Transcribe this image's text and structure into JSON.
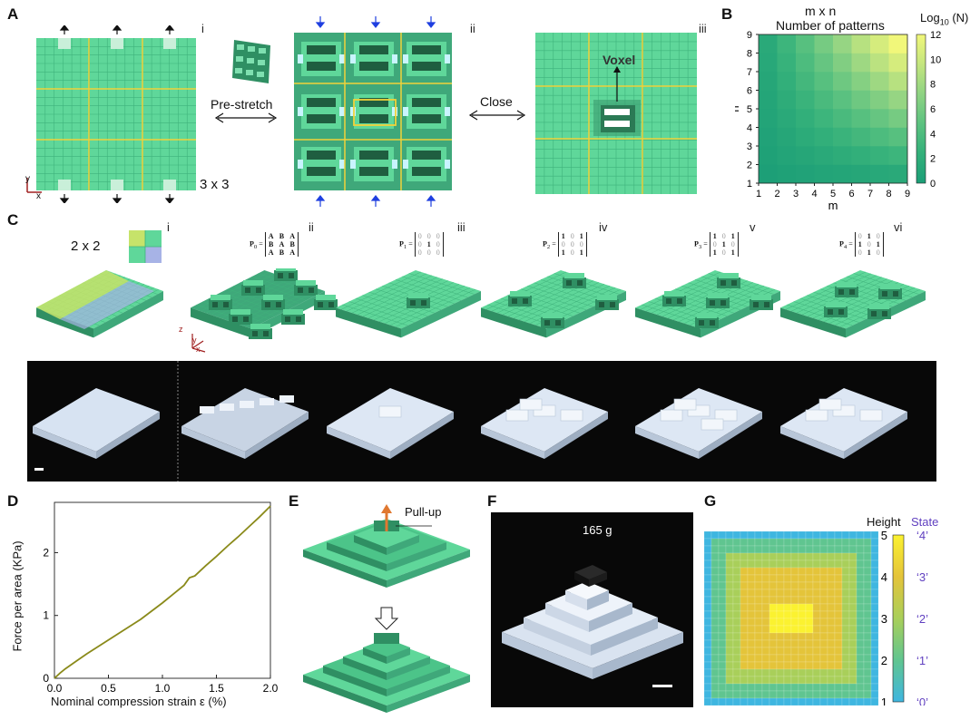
{
  "labels": {
    "A": "A",
    "B": "B",
    "C": "C",
    "D": "D",
    "E": "E",
    "F": "F",
    "G": "G"
  },
  "panelA": {
    "sub_i": "i",
    "sub_ii": "ii",
    "sub_iii": "iii",
    "prestretch": "Pre-stretch",
    "close": "Close",
    "voxel": "Voxel",
    "size": "3 x 3",
    "axis_y": "y",
    "axis_x": "x"
  },
  "panelB": {
    "title1": "m x n",
    "title2": "Number of patterns",
    "colorbar_label": "Log",
    "colorbar_sub": "10",
    "colorbar_unit": " (N)",
    "xlabel": "m",
    "ylabel": "n"
  },
  "panelC": {
    "size": "2 x 2",
    "sub": [
      "i",
      "ii",
      "iii",
      "iv",
      "v",
      "vi"
    ],
    "m0_name": "P",
    "m0_sub": "0",
    "m0": [
      [
        "A",
        "B",
        "A"
      ],
      [
        "B",
        "A",
        "B"
      ],
      [
        "A",
        "B",
        "A"
      ]
    ],
    "m1_name": "P",
    "m1_sub": "1",
    "m1": [
      [
        "0",
        "0",
        "0"
      ],
      [
        "0",
        "1",
        "0"
      ],
      [
        "0",
        "0",
        "0"
      ]
    ],
    "m2_name": "P",
    "m2_sub": "2",
    "m2": [
      [
        "1",
        "0",
        "1"
      ],
      [
        "0",
        "0",
        "0"
      ],
      [
        "1",
        "0",
        "1"
      ]
    ],
    "m3_name": "P",
    "m3_sub": "3",
    "m3": [
      [
        "1",
        "0",
        "1"
      ],
      [
        "0",
        "1",
        "0"
      ],
      [
        "1",
        "0",
        "1"
      ]
    ],
    "m4_name": "P",
    "m4_sub": "4",
    "m4": [
      [
        "0",
        "1",
        "0"
      ],
      [
        "1",
        "0",
        "1"
      ],
      [
        "0",
        "1",
        "0"
      ]
    ],
    "axis_z": "z",
    "axis_y": "y",
    "axis_x": "x"
  },
  "panelD": {
    "xlabel": "Nominal compression strain ε (%)",
    "ylabel": "Force per area (KPa)"
  },
  "panelE": {
    "pullup": "Pull-up"
  },
  "panelF": {
    "mass": "165 g"
  },
  "panelG": {
    "height_label": "Height",
    "state_label": "State",
    "ticks": [
      "5",
      "4",
      "3",
      "2",
      "1"
    ],
    "states": [
      "‘4’",
      "‘3’",
      "‘2’",
      "‘1’",
      "‘0’"
    ]
  },
  "chart_data": [
    {
      "type": "heatmap",
      "title": "m x n\nNumber of patterns",
      "xlabel": "m",
      "ylabel": "n",
      "x": [
        1,
        2,
        3,
        4,
        5,
        6,
        7,
        8,
        9
      ],
      "y": [
        1,
        2,
        3,
        4,
        5,
        6,
        7,
        8,
        9
      ],
      "xlim": [
        1,
        9
      ],
      "ylim": [
        1,
        9
      ],
      "colorbar": {
        "label": "Log10 (N)",
        "range": [
          0,
          12
        ],
        "ticks": [
          0,
          2,
          4,
          6,
          8,
          10,
          12
        ]
      },
      "colormap": [
        "#1b9e77",
        "#33b07a",
        "#5cc280",
        "#8fd383",
        "#c4e57f",
        "#f1f77a"
      ],
      "cells_note": "value grows with m*n"
    },
    {
      "type": "line",
      "xlabel": "Nominal compression strain ε (%)",
      "ylabel": "Force per area (KPa)",
      "xlim": [
        0,
        2.0
      ],
      "ylim": [
        0,
        2.8
      ],
      "xticks": [
        0.0,
        0.5,
        1.0,
        1.5,
        2.0
      ],
      "yticks": [
        0,
        1,
        2
      ],
      "color": "#8a8a1a",
      "series": [
        {
          "x": [
            0,
            0.05,
            0.1,
            0.2,
            0.3,
            0.4,
            0.5,
            0.6,
            0.7,
            0.8,
            0.9,
            1.0,
            1.1,
            1.2,
            1.25,
            1.3,
            1.4,
            1.5,
            1.6,
            1.7,
            1.8,
            1.9,
            2.0
          ],
          "y": [
            0,
            0.08,
            0.15,
            0.27,
            0.39,
            0.5,
            0.61,
            0.72,
            0.83,
            0.94,
            1.07,
            1.2,
            1.34,
            1.48,
            1.6,
            1.63,
            1.79,
            1.94,
            2.1,
            2.25,
            2.41,
            2.57,
            2.74
          ]
        }
      ]
    },
    {
      "type": "heatmap",
      "title": "",
      "colorbar": {
        "label": "Height",
        "range": [
          1,
          5
        ],
        "ticks": [
          1,
          2,
          3,
          4,
          5
        ]
      },
      "states": [
        "‘0’",
        "‘1’",
        "‘2’",
        "‘3’",
        "‘4’"
      ],
      "rings": [
        1,
        2,
        3,
        4,
        5
      ],
      "colormap": [
        "#3fb6e0",
        "#60c590",
        "#a9cf5a",
        "#e4c43a",
        "#fbf230"
      ]
    }
  ]
}
